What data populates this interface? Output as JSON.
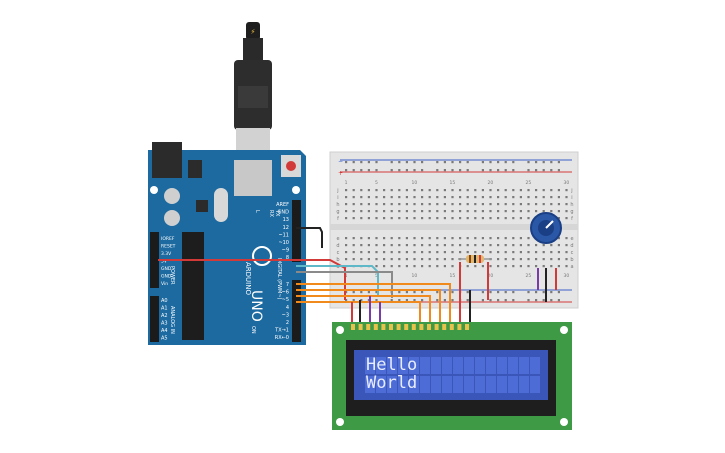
{
  "arduino": {
    "brand_logo_text": "ARDUINO",
    "model": "UNO",
    "left_header_labels": [
      "IOREF",
      "RESET",
      "3.3V",
      "5V",
      "GND",
      "GND",
      "Vin"
    ],
    "analog_labels": [
      "A0",
      "A1",
      "A2",
      "A3",
      "A4",
      "A5"
    ],
    "power_group_label": "POWER",
    "analog_group_label": "ANALOG IN",
    "digital_group_label": "DIGITAL (PWM~)",
    "digital_pin_labels": [
      "AREF",
      "GND",
      "13",
      "12",
      "~11",
      "~10",
      "~9",
      "8",
      "7",
      "~6",
      "~5",
      "4",
      "~3",
      "2",
      "TX→1",
      "RX←0"
    ],
    "led_labels": [
      "TX",
      "RX",
      "L"
    ],
    "on_label": "ON",
    "colors": {
      "board": "#1c6aa0",
      "board_dark": "#155a8a",
      "header": "#1b1b1b"
    }
  },
  "breadboard": {
    "column_numbers": [
      "1",
      "5",
      "10",
      "15",
      "20",
      "25",
      "30"
    ],
    "row_letters_top": [
      "j",
      "i",
      "h",
      "g",
      "f"
    ],
    "row_letters_bottom": [
      "e",
      "d",
      "c",
      "b",
      "a"
    ],
    "rail_plus": "+",
    "rail_minus": "−",
    "colors": {
      "body": "#e5e5e5",
      "rail_red": "#d23a3a",
      "rail_blue": "#3b5fc7"
    }
  },
  "lcd": {
    "line1": "Hello",
    "line2": "World",
    "colors": {
      "pcb": "#3f9a45",
      "frame": "#1e1e1e",
      "screen": "#3a56b8",
      "cell": "#4d6cd6"
    }
  },
  "potentiometer": {
    "colors": {
      "body": "#2a57a6",
      "knob": "#1b3f85"
    }
  },
  "wires": {
    "colors": {
      "red": "#d23a3a",
      "black": "#222222",
      "orange": "#f08a1c",
      "cyan": "#5fb8c8",
      "purple": "#7a3aa8",
      "grey": "#8a8a8a"
    }
  }
}
